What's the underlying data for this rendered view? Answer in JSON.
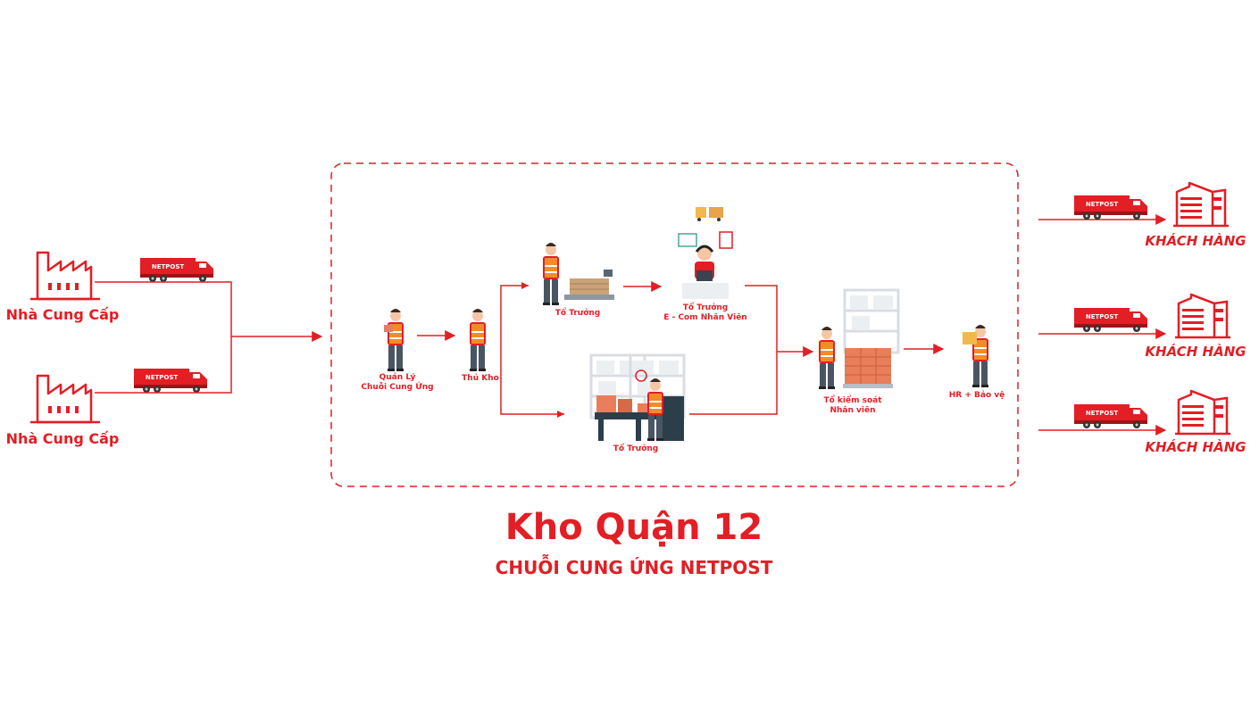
{
  "suppliers": [
    {
      "label": "Nhà Cung Cấp"
    },
    {
      "label": "Nhà Cung Cấp"
    }
  ],
  "truck_brand": "NETPOST",
  "roles": {
    "manager": "Quản Lý\nChuỗi Cung Ứng",
    "storekeeper": "Thủ Kho",
    "team_lead_top": "Tổ Trưởng",
    "ecom": "Tổ Trưởng\nE - Com Nhân Viên",
    "team_lead_bottom": "Tổ Trưởng",
    "inspection": "Tổ kiểm soát\nNhân viên",
    "hr_security": "HR + Bảo vệ"
  },
  "customers": [
    {
      "label": "KHÁCH HÀNG"
    },
    {
      "label": "KHÁCH HÀNG"
    },
    {
      "label": "KHÁCH HÀNG"
    }
  ],
  "title": "Kho Quận 12",
  "subtitle": "CHUỖI CUNG ỨNG NETPOST",
  "colors": {
    "accent": "#e31e24",
    "worker_vest": "#f28c28",
    "pants": "#4a5563",
    "box": "#e97e5a"
  }
}
